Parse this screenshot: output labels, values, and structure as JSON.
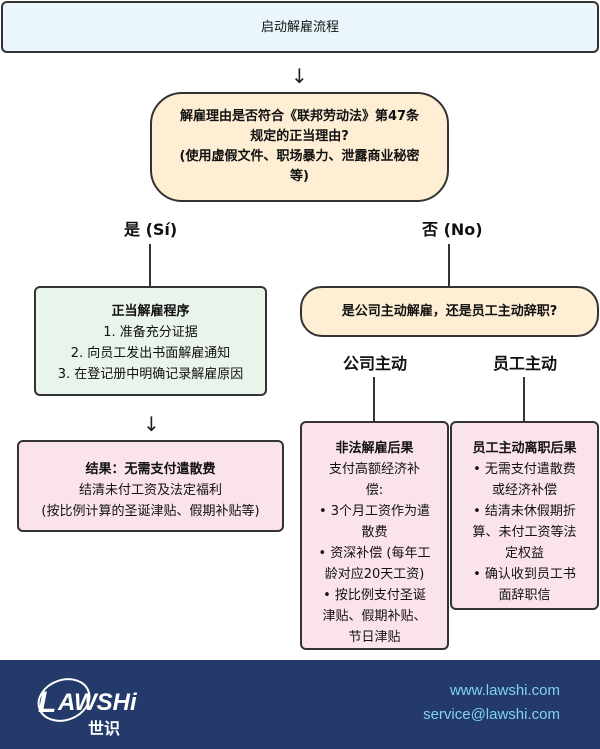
{
  "start": {
    "label": "启动解雇流程"
  },
  "decision": {
    "lines": [
      "解雇理由是否符合《联邦劳动法》第47条",
      "规定的正当理由?",
      "(使用虚假文件、职场暴力、泄露商业秘密",
      "等)"
    ]
  },
  "branches": {
    "yes": "是 (Sí)",
    "no": "否 (No)",
    "company": "公司主动",
    "employee": "员工主动"
  },
  "proper_procedure": {
    "title": "正当解雇程序",
    "items": [
      "1. 准备充分证据",
      "2. 向员工发出书面解雇通知",
      "3. 在登记册中明确记录解雇原因"
    ]
  },
  "result": {
    "title": "结果：无需支付遣散费",
    "lines": [
      "结清未付工资及法定福利",
      "(按比例计算的圣诞津贴、假期补贴等)"
    ]
  },
  "question2": {
    "label": "是公司主动解雇，还是员工主动辞职?"
  },
  "company_outcome": {
    "title": "非法解雇后果",
    "lines": [
      "支付高额经济补",
      "偿:",
      "• 3个月工资作为遣",
      "散费",
      "• 资深补偿 (每年工",
      "龄对应20天工资)",
      "• 按比例支付圣诞",
      "津贴、假期补贴、",
      "节日津贴"
    ]
  },
  "employee_outcome": {
    "title": "员工主动离职后果",
    "lines": [
      "• 无需支付遣散费",
      "或经济补偿",
      "• 结清未休假期折",
      "算、未付工资等法",
      "定权益",
      "• 确认收到员工书",
      "面辞职信"
    ]
  },
  "footer": {
    "logo_text": "LAWSHi",
    "logo_sub": "世识",
    "website": "www.lawshi.com",
    "email": "service@lawshi.com",
    "background": "#233a6b",
    "link_color": "#7fd2f0"
  }
}
